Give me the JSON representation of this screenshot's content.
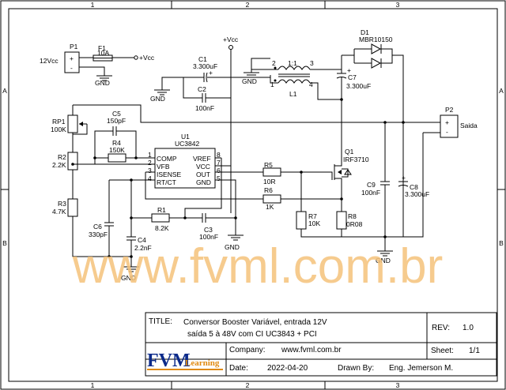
{
  "frame": {
    "col_markers": [
      "1",
      "2",
      "3"
    ],
    "row_markers": [
      "A",
      "B"
    ]
  },
  "watermark": "www.fvml.com.br",
  "power": {
    "vcc_label": "+Vcc",
    "gnd_label": "GND",
    "input_voltage": "12Vcc"
  },
  "parts": {
    "P1": {
      "ref": "P1",
      "pin_plus": "+",
      "pin_minus": "-"
    },
    "F1": {
      "ref": "F1",
      "value": "10A"
    },
    "C1": {
      "ref": "C1",
      "value": "3.300uF"
    },
    "C2": {
      "ref": "C2",
      "value": "100nF"
    },
    "L1": {
      "ref": "L1",
      "ratio": "1:1",
      "pins": [
        "2",
        "3",
        "1",
        "4"
      ]
    },
    "D1": {
      "ref": "D1",
      "value": "MBR10150"
    },
    "C7": {
      "ref": "C7",
      "value": "3.300uF"
    },
    "P2": {
      "ref": "P2",
      "label": "Saida",
      "pin_plus": "+",
      "pin_minus": "-"
    },
    "RP1": {
      "ref": "RP1",
      "value": "100K"
    },
    "C5": {
      "ref": "C5",
      "value": "150pF"
    },
    "R4": {
      "ref": "R4",
      "value": "150K"
    },
    "R2": {
      "ref": "R2",
      "value": "2.2K"
    },
    "R3": {
      "ref": "R3",
      "value": "4.7K"
    },
    "U1": {
      "ref": "U1",
      "value": "UC3842",
      "pins_left": [
        {
          "num": "1",
          "name": "COMP"
        },
        {
          "num": "2",
          "name": "VFB"
        },
        {
          "num": "3",
          "name": "ISENSE"
        },
        {
          "num": "4",
          "name": "RT/CT"
        }
      ],
      "pins_right": [
        {
          "num": "8",
          "name": "VREF"
        },
        {
          "num": "7",
          "name": "VCC"
        },
        {
          "num": "6",
          "name": "OUT"
        },
        {
          "num": "5",
          "name": "GND"
        }
      ]
    },
    "R5": {
      "ref": "R5",
      "value": "10R"
    },
    "R6": {
      "ref": "R6",
      "value": "1K"
    },
    "Q1": {
      "ref": "Q1",
      "value": "IRF3710"
    },
    "C9": {
      "ref": "C9",
      "value": "100nF"
    },
    "C8": {
      "ref": "C8",
      "value": "3.300uF"
    },
    "R7": {
      "ref": "R7",
      "value": "10K"
    },
    "R8": {
      "ref": "R8",
      "value": "0R08"
    },
    "C6": {
      "ref": "C6",
      "value": "330pF"
    },
    "C4": {
      "ref": "C4",
      "value": "2.2nF"
    },
    "R1": {
      "ref": "R1",
      "value": "8.2K"
    },
    "C3": {
      "ref": "C3",
      "value": "100nF"
    }
  },
  "title_block": {
    "title_label": "TITLE:",
    "title_line1": "Conversor Booster Variável, entrada 12V",
    "title_line2": "saída 5 à 48V com CI UC3843 + PCI",
    "rev_label": "REV:",
    "rev_value": "1.0",
    "company_label": "Company:",
    "company_value": "www.fvml.com.br",
    "sheet_label": "Sheet:",
    "sheet_value": "1/1",
    "date_label": "Date:",
    "date_value": "2022-04-20",
    "drawn_label": "Drawn By:",
    "drawn_value": "Eng. Jemerson M.",
    "logo_text_main": "FVM",
    "logo_text_sub": "Learning"
  }
}
